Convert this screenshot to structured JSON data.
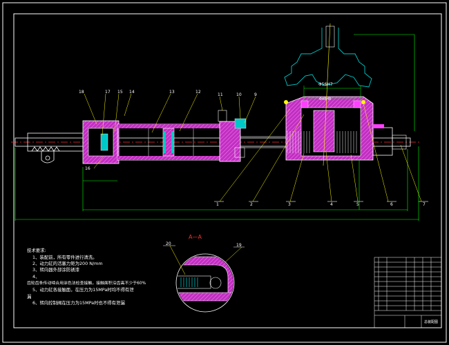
{
  "colors": {
    "background": "#000000",
    "frame": "#ffffff",
    "outline": "#ffffff",
    "part_fill": "#ff40ff",
    "hatch": "#ff40ff",
    "dimension": "#00ff00",
    "callout_line": "#ffff00",
    "centerline": "#ff3030",
    "contour": "#00c8c8",
    "section_title": "#ff3030"
  },
  "dimensions": {
    "bore_fit": "Φ56H7",
    "bore_fit_inner": "Φ48H8"
  },
  "callouts_top": [
    "18",
    "17",
    "15",
    "14",
    "13",
    "12",
    "11",
    "10",
    "9"
  ],
  "callouts_bottom": [
    "16",
    "1",
    "2",
    "3",
    "4",
    "5",
    "6",
    "7"
  ],
  "section_view": {
    "title": "A—A",
    "callouts": [
      "20",
      "19"
    ]
  },
  "tech_notes": {
    "heading": "技术要求:",
    "lines": [
      "1、装配前，所有零件进行清洗。",
      "2、动力缸的活塞力矩为200 N/mm",
      "3、转向器外部涂防锈漆",
      "4、",
      "齿轮齿条传动啮合用涂色法检查接触，接触面积沿齿高不少于60%",
      "5、动力缸各接触面，在压力为15MPa时均不得有泄",
      "漏",
      "6、转向控制阀在压力为15MPa时也不得有泄漏"
    ]
  },
  "title_block": {
    "drawing_name": "总装配图"
  }
}
